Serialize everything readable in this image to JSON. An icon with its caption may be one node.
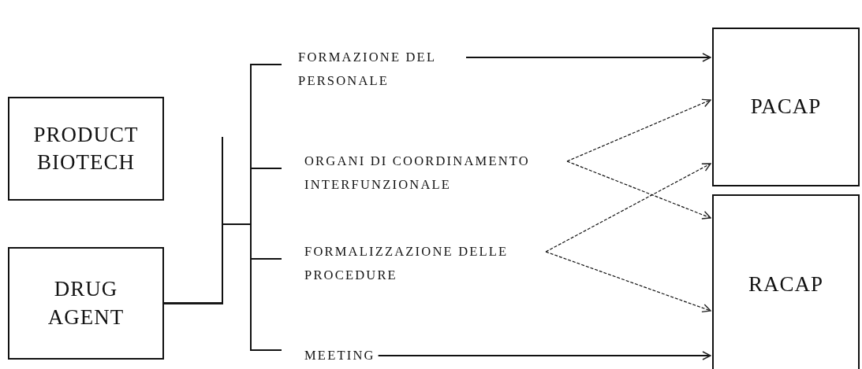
{
  "diagram": {
    "nodes": [
      {
        "text": [
          "PRODUCT BIOTECH"
        ]
      },
      {
        "text": [
          "DRUG AGENT"
        ]
      },
      {
        "text": [
          "FORMAZIONE DEL PERSONALE"
        ]
      },
      {
        "text": [
          "ORGANI DI COORDINAMENTO INTERFUNZIONALE"
        ]
      },
      {
        "text": [
          "FORMALIZZAZIONE DELLE PROCEDURE"
        ]
      },
      {
        "text": [
          "MEETING"
        ]
      },
      {
        "text": [
          "PACAP"
        ]
      },
      {
        "text": [
          "RACAP"
        ]
      }
    ],
    "edges": [
      {
        "from": 1,
        "to": 2,
        "arrow": "none"
      },
      {
        "from": 1,
        "to": 3,
        "arrow": "none"
      },
      {
        "from": 1,
        "to": 4,
        "arrow": "none"
      },
      {
        "from": 1,
        "to": 5,
        "arrow": "none"
      },
      {
        "from": 2,
        "to": 6,
        "arrow": "to"
      },
      {
        "from": 3,
        "to": 6,
        "arrow": "to",
        "style": "dashed"
      },
      {
        "from": 3,
        "to": 7,
        "arrow": "to",
        "style": "dashed"
      },
      {
        "from": 4,
        "to": 6,
        "arrow": "to",
        "style": "dashed"
      },
      {
        "from": 4,
        "to": 7,
        "arrow": "to",
        "style": "dashed"
      },
      {
        "from": 5,
        "to": 7,
        "arrow": "to"
      }
    ]
  }
}
